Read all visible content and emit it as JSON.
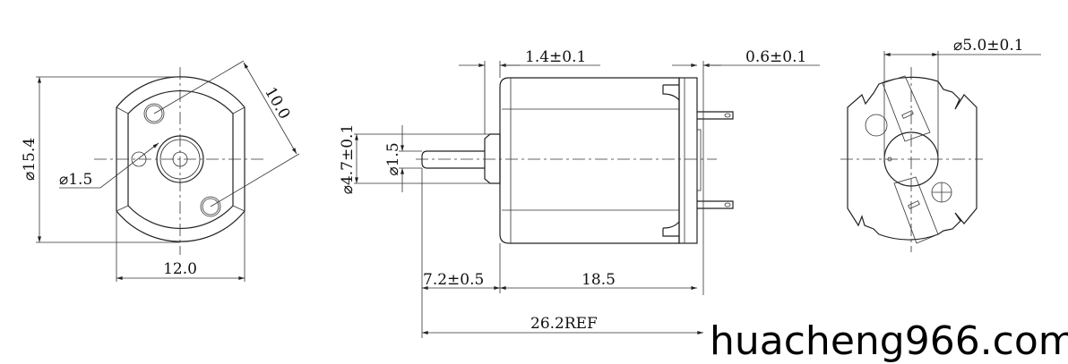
{
  "front_view": {
    "diameter_outer": "⌀15.4",
    "width": "12.0",
    "hole_spacing": "10.0",
    "hole_diameter": "⌀1.5"
  },
  "side_view": {
    "front_bearing": "1.4±0.1",
    "rear_cap": "0.6±0.1",
    "boss_diameter": "⌀4.7±0.1",
    "shaft_diameter": "⌀1.5",
    "shaft_length": "7.2±0.5",
    "body_length": "18.5",
    "total_length": "26.2REF"
  },
  "rear_view": {
    "commutator_diameter": "⌀5.0±0.1"
  },
  "watermark": "huacheng966.com"
}
